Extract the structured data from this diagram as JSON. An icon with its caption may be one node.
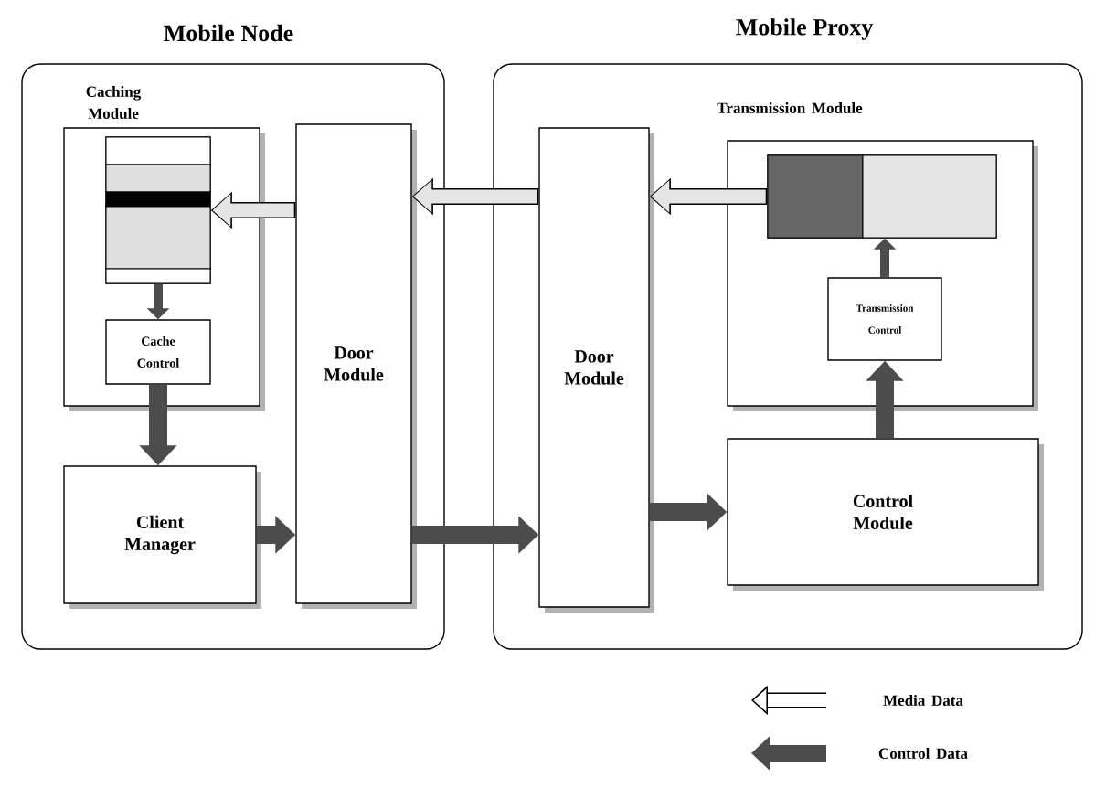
{
  "diagram": {
    "nodes": [
      {
        "text": [
          "Mobile Node"
        ]
      },
      {
        "text": [
          "Caching Module"
        ],
        "in": 0
      },
      {
        "text": [],
        "shape": "box",
        "in": 1
      },
      {
        "text": [
          "Cache Control"
        ],
        "in": 1
      },
      {
        "text": [
          "Client Manager"
        ],
        "in": 0
      },
      {
        "text": [
          "Door Module"
        ],
        "in": 0
      },
      {
        "text": [
          "Mobile Proxy"
        ]
      },
      {
        "text": [
          "Door Module"
        ],
        "in": 6
      },
      {
        "text": [
          "Transmission Module"
        ],
        "in": 6
      },
      {
        "text": [],
        "shape": "box",
        "in": 8
      },
      {
        "text": [
          "Transmission Control"
        ],
        "in": 8
      },
      {
        "text": [
          "Control Module"
        ],
        "in": 6
      }
    ],
    "edges": [
      {
        "from": 5,
        "to": 2,
        "arrow": "to",
        "color": "#000000"
      },
      {
        "from": 7,
        "to": 5,
        "arrow": "to",
        "color": "#000000"
      },
      {
        "from": 9,
        "to": 7,
        "arrow": "to",
        "color": "#000000"
      },
      {
        "from": 2,
        "to": 3,
        "arrow": "to"
      },
      {
        "from": 3,
        "to": 4,
        "arrow": "to"
      },
      {
        "from": 4,
        "to": 5,
        "arrow": "to"
      },
      {
        "from": 5,
        "to": 7,
        "arrow": "to"
      },
      {
        "from": 7,
        "to": 11,
        "arrow": "to"
      },
      {
        "from": 11,
        "to": 10,
        "arrow": "to"
      },
      {
        "from": 10,
        "to": 9,
        "arrow": "to"
      }
    ],
    "legend": [
      {
        "text": "Media Data"
      },
      {
        "text": "Control Data"
      }
    ]
  }
}
